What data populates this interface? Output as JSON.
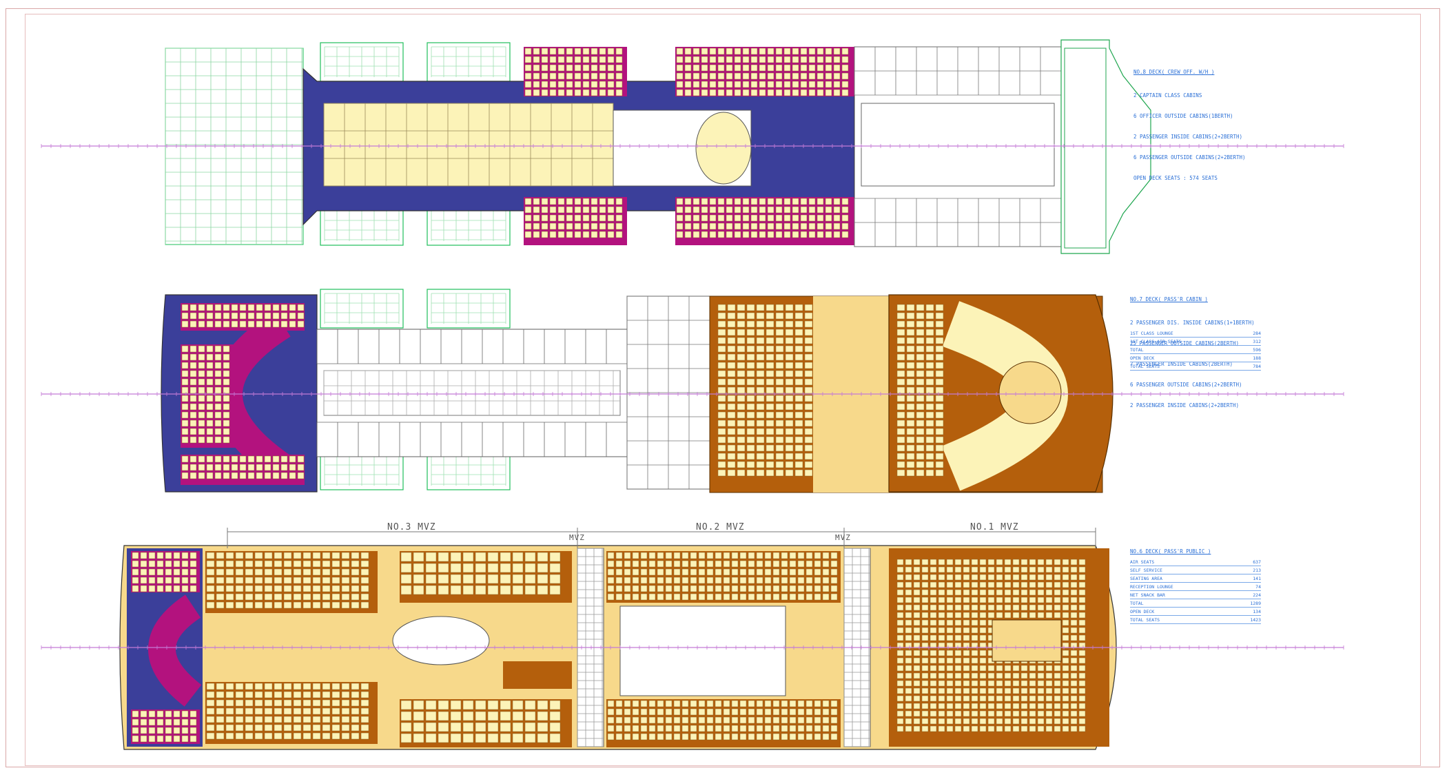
{
  "deck8": {
    "title": "NO.8 DECK( CREW OFF. W/H )",
    "lines": [
      "2 CAPTAIN CLASS CABINS",
      "6 OFFICER OUTSIDE CABINS(1BERTH)",
      "2 PASSENGER INSIDE CABINS(2+2BERTH)",
      "6 PASSENGER OUTSIDE CABINS(2+2BERTH)",
      "OPEN DECK SEATS : 574 SEATS"
    ]
  },
  "deck7": {
    "title": "NO.7 DECK( PASS'R CABIN )",
    "lines": [
      "2 PASSENGER DIS. INSIDE CABINS(1+1BERTH)",
      "25 PASSENGER OUTSIDE CABINS(2BERTH)",
      "7 PASSENGER INSIDE CABINS(2BERTH)",
      "6 PASSENGER OUTSIDE CABINS(2+2BERTH)",
      "2 PASSENGER INSIDE CABINS(2+2BERTH)"
    ],
    "seats": [
      {
        "label": "1ST CLASS LOUNGE",
        "value": "284"
      },
      {
        "label": "1ST CLASS AIR SEATS",
        "value": "312"
      },
      {
        "label": "TOTAL",
        "value": "596"
      },
      {
        "label": "OPEN DECK",
        "value": "188"
      },
      {
        "label": "TOTAL SEATS",
        "value": "784"
      }
    ]
  },
  "deck6": {
    "title": "NO.6 DECK( PASS'R PUBLIC )",
    "seats": [
      {
        "label": "AIR SEATS",
        "value": "637"
      },
      {
        "label": "SELF SERVICE",
        "value": "213"
      },
      {
        "label": "SEATING AREA",
        "value": "141"
      },
      {
        "label": "RECEPTION LOUNGE",
        "value": "74"
      },
      {
        "label": "NET SNACK BAR",
        "value": "224"
      },
      {
        "label": "TOTAL",
        "value": "1289"
      },
      {
        "label": "OPEN DECK",
        "value": "134"
      },
      {
        "label": "TOTAL SEATS",
        "value": "1423"
      }
    ],
    "zones": [
      "NO.3 MVZ",
      "MVZ",
      "NO.2 MVZ",
      "MVZ",
      "NO.1 MVZ"
    ]
  },
  "colors": {
    "navy": "#3b3f9a",
    "magenta": "#b3127e",
    "cream": "#fcf3b8",
    "sand": "#f7d98b",
    "brown": "#b45f0c",
    "green": "#1fbf5a",
    "grid": "#b8b8b8",
    "axis": "#c47ad6"
  }
}
